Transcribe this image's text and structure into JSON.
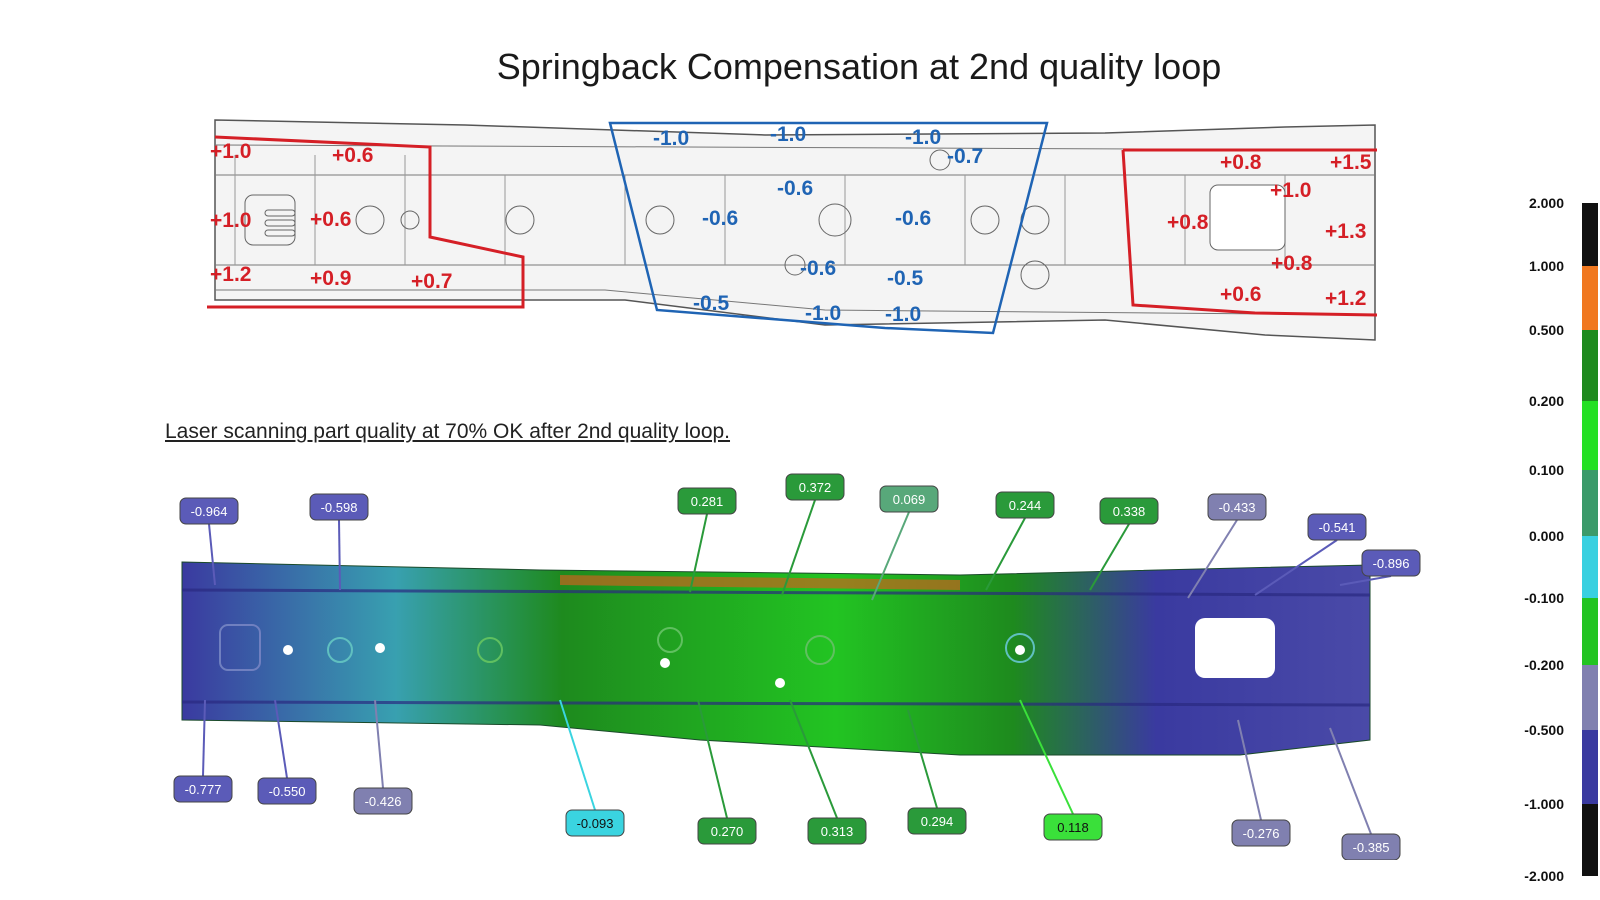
{
  "title": "Springback Compensation at 2nd quality loop",
  "subtitle": "Laser scanning part quality at 70% OK after 2nd quality loop.",
  "compensation": {
    "red_left": [
      "+1.0",
      "+0.6",
      "+1.0",
      "+0.6",
      "+1.2",
      "+0.9",
      "+0.7"
    ],
    "blue": [
      "-1.0",
      "-1.0",
      "-1.0",
      "-0.7",
      "-0.6",
      "-0.6",
      "-0.6",
      "-0.6",
      "-0.5",
      "-0.5",
      "-1.0",
      "-1.0"
    ],
    "red_right": [
      "+0.8",
      "+1.5",
      "+1.0",
      "+0.8",
      "+1.3",
      "+0.8",
      "+0.6",
      "+1.2"
    ]
  },
  "callouts": [
    {
      "value": "-0.964",
      "color": "#5b5bb8"
    },
    {
      "value": "-0.598",
      "color": "#5b5bb8"
    },
    {
      "value": "0.281",
      "color": "#2a9a3a"
    },
    {
      "value": "0.372",
      "color": "#2a9a3a"
    },
    {
      "value": "0.069",
      "color": "#58a87a"
    },
    {
      "value": "0.244",
      "color": "#2a9a3a"
    },
    {
      "value": "0.338",
      "color": "#2a9a3a"
    },
    {
      "value": "-0.433",
      "color": "#8080b0"
    },
    {
      "value": "-0.541",
      "color": "#5b5bb8"
    },
    {
      "value": "-0.896",
      "color": "#5b5bb8"
    },
    {
      "value": "-0.777",
      "color": "#5b5bb8"
    },
    {
      "value": "-0.550",
      "color": "#5b5bb8"
    },
    {
      "value": "-0.426",
      "color": "#8080b0"
    },
    {
      "value": "-0.093",
      "color": "#3ad4e0"
    },
    {
      "value": "0.270",
      "color": "#2a9a3a"
    },
    {
      "value": "0.313",
      "color": "#2a9a3a"
    },
    {
      "value": "0.294",
      "color": "#2a9a3a"
    },
    {
      "value": "0.118",
      "color": "#3ae03a"
    },
    {
      "value": "-0.276",
      "color": "#8080b0"
    },
    {
      "value": "-0.385",
      "color": "#8080b0"
    }
  ],
  "legend": {
    "ticks": [
      "2.000",
      "1.000",
      "0.500",
      "0.200",
      "0.100",
      "0.000",
      "-0.100",
      "-0.200",
      "-0.500",
      "-1.000",
      "-2.000"
    ],
    "colors": [
      "#111111",
      "#f07820",
      "#1e8a1e",
      "#24e024",
      "#3a9a6a",
      "#38d0e0",
      "#22c422",
      "#8080b0",
      "#3a3aa0",
      "#111111"
    ]
  }
}
